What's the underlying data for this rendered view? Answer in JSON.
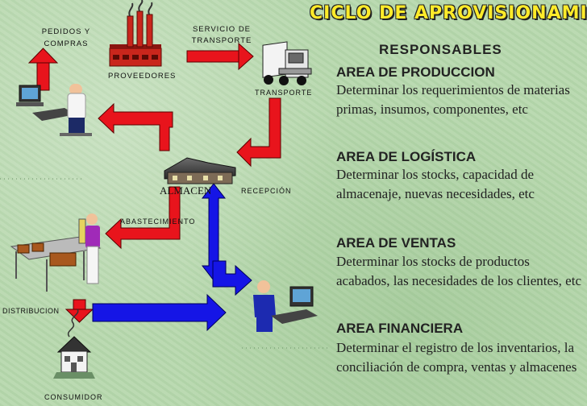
{
  "title": "CICLO DE APROVISIONAMIENTO",
  "diagram": {
    "nodes": {
      "pedidos": "PEDIDOS Y\nCOMPRAS",
      "proveedores": "PROVEEDORES",
      "servicio": "SERVICIO DE\nTRANSPORTE",
      "transporte": "TRANSPORTE",
      "almacen": "ALMACEN",
      "recepcion": "RECEPCIÓN",
      "abastecimiento": "ABASTECIMIENTO",
      "distribucion": "DISTRIBUCION",
      "consumidor": "CONSUMIDOR"
    },
    "colors": {
      "arrow_red": "#e8141c",
      "arrow_blue": "#1515e6",
      "title_yellow": "#ffeb2a"
    }
  },
  "responsables": {
    "heading": "RESPONSABLES",
    "areas": [
      {
        "title": "AREA DE PRODUCCION",
        "text": "Determinar los requerimientos de materias primas, insumos, componentes, etc"
      },
      {
        "title": "AREA DE LOGÍSTICA",
        "text": "Determinar los stocks, capacidad de almacenaje, nuevas necesidades, etc"
      },
      {
        "title": "AREA DE VENTAS",
        "text": "Determinar los stocks de productos acabados, las necesidades de los clientes, etc"
      },
      {
        "title": "AREA FINANCIERA",
        "text": "Determinar el registro de los inventarios, la conciliación de compra, ventas y almacenes"
      }
    ]
  }
}
